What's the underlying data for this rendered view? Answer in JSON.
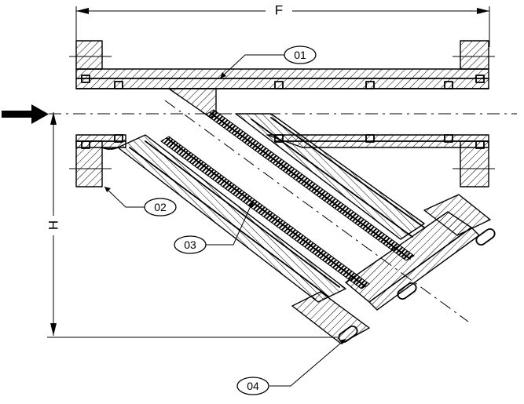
{
  "dimensions": {
    "width_label": "F",
    "height_label": "H"
  },
  "callouts": [
    {
      "id": "c01",
      "label": "01"
    },
    {
      "id": "c02",
      "label": "02"
    },
    {
      "id": "c03",
      "label": "03"
    },
    {
      "id": "c04",
      "label": "04"
    }
  ],
  "flow_direction": "left-to-right",
  "colors": {
    "line": "#000000",
    "background": "#ffffff"
  }
}
